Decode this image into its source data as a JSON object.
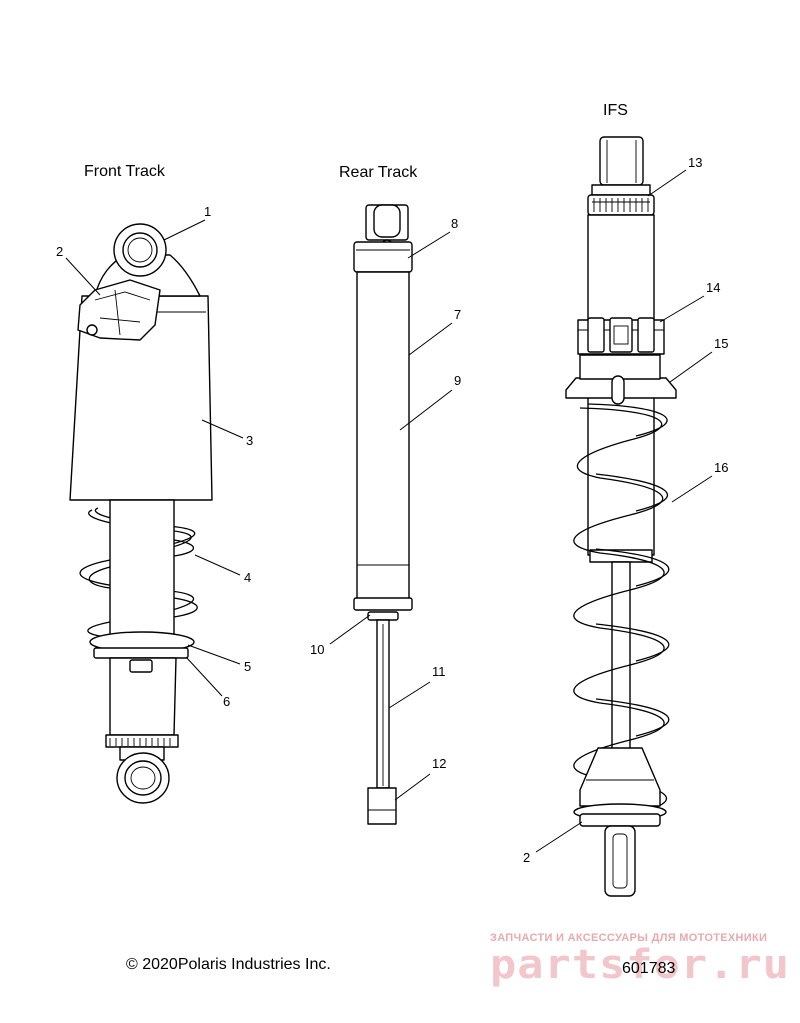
{
  "labels": {
    "front_track": "Front Track",
    "rear_track": "Rear Track",
    "ifs": "IFS"
  },
  "callouts": [
    "1",
    "2",
    "3",
    "4",
    "5",
    "6",
    "7",
    "8",
    "9",
    "10",
    "11",
    "12",
    "13",
    "14",
    "15",
    "16",
    "2"
  ],
  "footer": {
    "copyright": "© 2020Polaris Industries Inc.",
    "diagram_number": "601783"
  },
  "watermark": {
    "tagline": "ЗАПЧАСТИ И АКСЕССУАРЫ ДЛЯ МОТОТЕХНИКИ",
    "brand": "partsfor.ru",
    "color": "#e8a5aa"
  }
}
